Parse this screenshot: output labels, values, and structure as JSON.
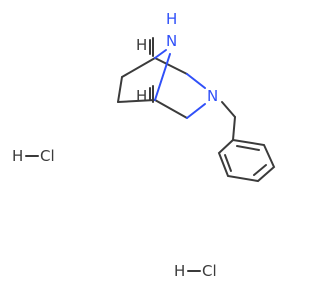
{
  "molecule": {
    "atoms": {
      "n_bridge": "N",
      "h_n": "H",
      "n_ring": "N",
      "h_stereo_top": "H",
      "h_stereo_bottom": "H"
    },
    "salts": [
      {
        "h": "H",
        "cl": "Cl"
      },
      {
        "h": "H",
        "cl": "Cl"
      }
    ]
  },
  "colors": {
    "nitrogen": "#3050F8",
    "bond": "#3b3b3b",
    "text": "#3b3b3b"
  }
}
